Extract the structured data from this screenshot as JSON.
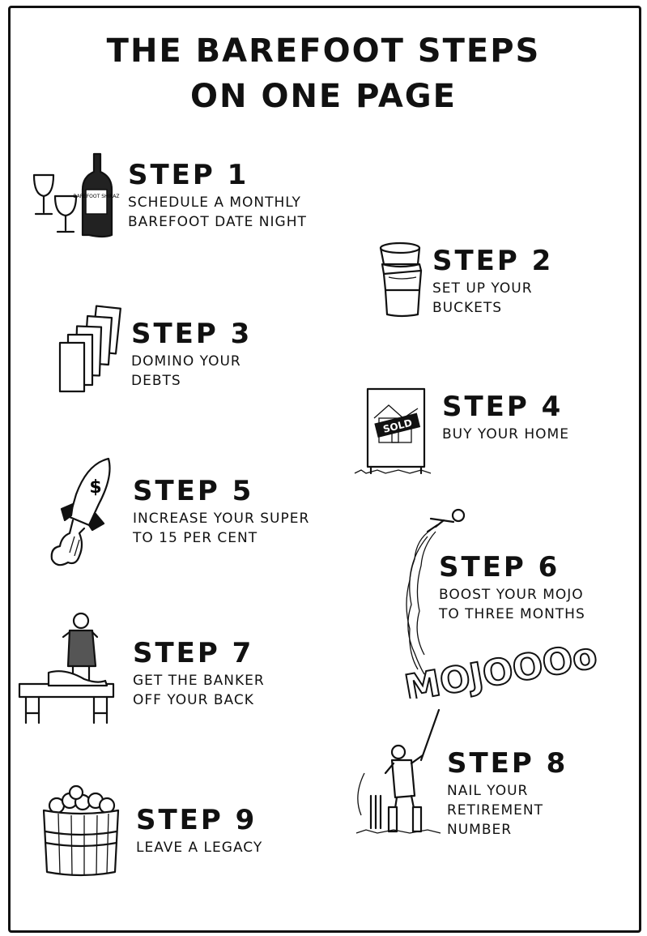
{
  "title": {
    "line1": "THE  BAREFOOT STEPS",
    "line2": "ON ONE  PAGE"
  },
  "steps": [
    {
      "heading": "STEP 1",
      "lines": [
        "SCHEDULE A MONTHLY",
        "BAREFOOT DATE NIGHT"
      ],
      "icon": "wine-bottle-and-glasses-icon"
    },
    {
      "heading": "STEP 2",
      "lines": [
        "SET UP YOUR",
        "BUCKETS"
      ],
      "icon": "stacked-buckets-icon"
    },
    {
      "heading": "STEP 3",
      "lines": [
        "DOMINO YOUR",
        "DEBTS"
      ],
      "icon": "falling-dominoes-icon"
    },
    {
      "heading": "STEP 4",
      "lines": [
        "BUY YOUR HOME"
      ],
      "icon": "sold-sign-icon"
    },
    {
      "heading": "STEP 5",
      "lines": [
        "INCREASE YOUR SUPER",
        "TO 15 PER CENT"
      ],
      "icon": "dollar-rocket-icon"
    },
    {
      "heading": "STEP 6",
      "lines": [
        "BOOST YOUR MOJO",
        "TO THREE MONTHS"
      ],
      "icon": "mojo-cloud-icon"
    },
    {
      "heading": "STEP 7",
      "lines": [
        "GET THE BANKER",
        "OFF YOUR BACK"
      ],
      "icon": "banker-on-back-icon"
    },
    {
      "heading": "STEP 8",
      "lines": [
        "NAIL YOUR",
        "RETIREMENT",
        "NUMBER"
      ],
      "icon": "cricketer-icon"
    },
    {
      "heading": "STEP 9",
      "lines": [
        "LEAVE A LEGACY"
      ],
      "icon": "apple-barrel-icon"
    }
  ],
  "illustration_text": {
    "wine_label": "BAREFOOT SHIRAZ",
    "sold": "SOLD",
    "mojo": "MOJOOOo",
    "rocket_symbol": "$"
  }
}
